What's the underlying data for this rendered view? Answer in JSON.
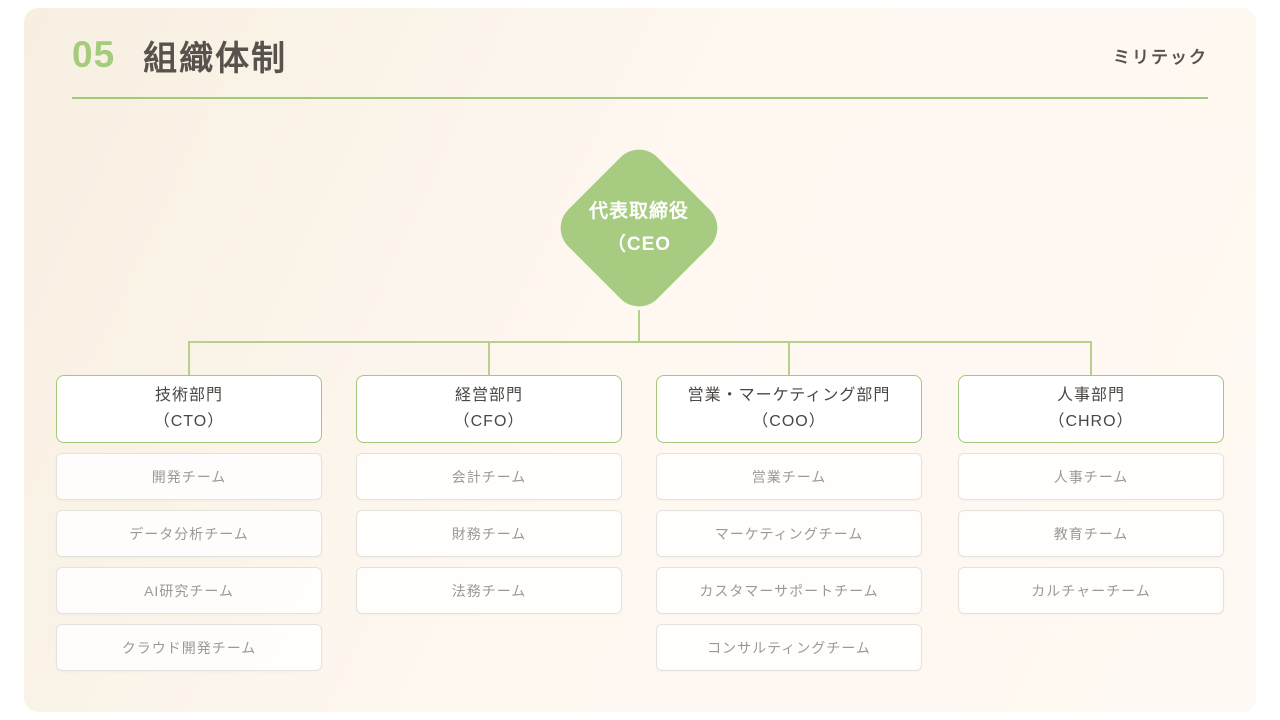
{
  "header": {
    "number": "05",
    "title": "組織体制",
    "brand": "ミリテック"
  },
  "org_chart": {
    "root": {
      "title": "代表取締役",
      "subtitle": "（CEO"
    },
    "departments": [
      {
        "name": "技術部門",
        "role": "（CTO）",
        "teams": [
          "開発チーム",
          "データ分析チーム",
          "AI研究チーム",
          "クラウド開発チーム"
        ]
      },
      {
        "name": "経営部門",
        "role": "（CFO）",
        "teams": [
          "会計チーム",
          "財務チーム",
          "法務チーム"
        ]
      },
      {
        "name": "営業・マーケティング部門",
        "role": "（COO）",
        "teams": [
          "営業チーム",
          "マーケティングチーム",
          "カスタマーサポートチーム",
          "コンサルティングチーム"
        ]
      },
      {
        "name": "人事部門",
        "role": "（CHRO）",
        "teams": [
          "人事チーム",
          "教育チーム",
          "カルチャーチーム"
        ]
      }
    ]
  },
  "colors": {
    "accent_green": "#a5cc7d",
    "diamond_green": "#a7cb80",
    "connector_green": "#b6d18f",
    "heading_text": "#57524c",
    "department_text": "#4b4743",
    "team_text": "#9c9994",
    "team_border": "#e5e2de",
    "panel_cream": "#f8efe1"
  }
}
